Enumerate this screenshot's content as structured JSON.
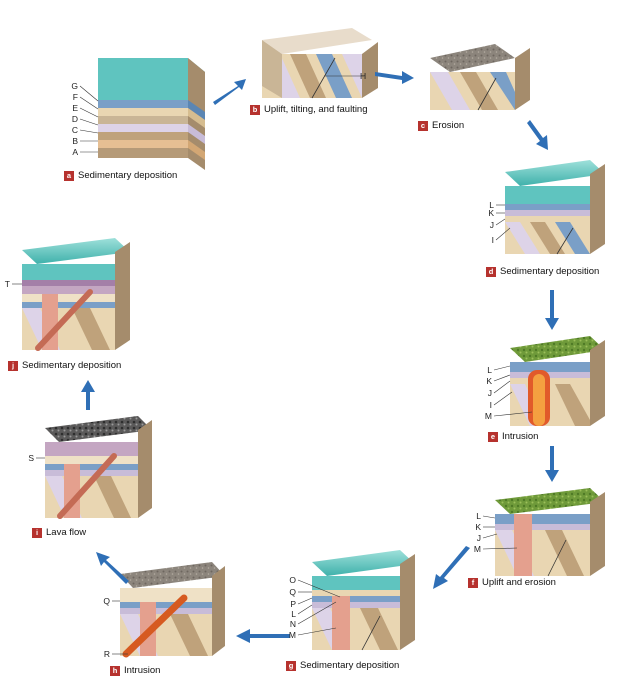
{
  "panels": {
    "a": {
      "badge": "a",
      "caption": "Sedimentary deposition",
      "labels": [
        "G",
        "F",
        "E",
        "D",
        "C",
        "B",
        "A"
      ]
    },
    "b": {
      "badge": "b",
      "caption": "Uplift, tilting, and faulting",
      "labels": [
        "H"
      ]
    },
    "c": {
      "badge": "c",
      "caption": "Erosion"
    },
    "d": {
      "badge": "d",
      "caption": "Sedimentary deposition",
      "labels": [
        "L",
        "K",
        "J",
        "I"
      ]
    },
    "e": {
      "badge": "e",
      "caption": "Intrusion",
      "labels": [
        "L",
        "K",
        "J",
        "I",
        "M"
      ]
    },
    "f": {
      "badge": "f",
      "caption": "Uplift and erosion",
      "labels": [
        "L",
        "K",
        "J",
        "M"
      ]
    },
    "g": {
      "badge": "g",
      "caption": "Sedimentary deposition",
      "labels": [
        "O",
        "Q",
        "P",
        "L",
        "N",
        "M"
      ]
    },
    "h": {
      "badge": "h",
      "caption": "Intrusion",
      "labels": [
        "Q",
        "R"
      ]
    },
    "i": {
      "badge": "i",
      "caption": "Lava flow",
      "labels": [
        "S"
      ]
    },
    "j": {
      "badge": "j",
      "caption": "Sedimentary deposition",
      "labels": [
        "T"
      ]
    }
  },
  "colors": {
    "water": "#5fc4bf",
    "water_top": "#8fd9d4",
    "arrow": "#2f6fb6",
    "badge": "#b6322e",
    "intrusion": "#e4a08e",
    "lava": "#d86a3a",
    "grass": "#6f9a3a",
    "rock": "#8a8177"
  }
}
